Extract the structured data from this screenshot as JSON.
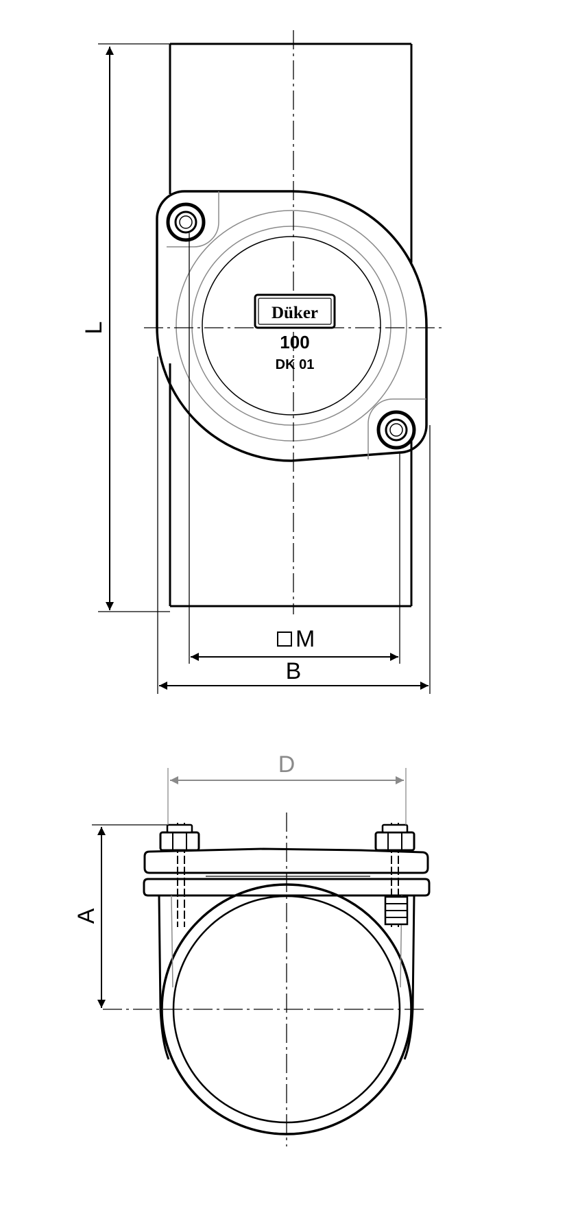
{
  "labels": {
    "length": "L",
    "square_size_symbol": "□",
    "square_size": "M",
    "width": "B",
    "diameter": "D",
    "height": "A"
  },
  "marking": {
    "brand": "Düker",
    "size": "100",
    "model": "DK 01"
  },
  "colors": {
    "line": "#000000",
    "gray_line": "#8a8a8a",
    "background": "#ffffff"
  }
}
